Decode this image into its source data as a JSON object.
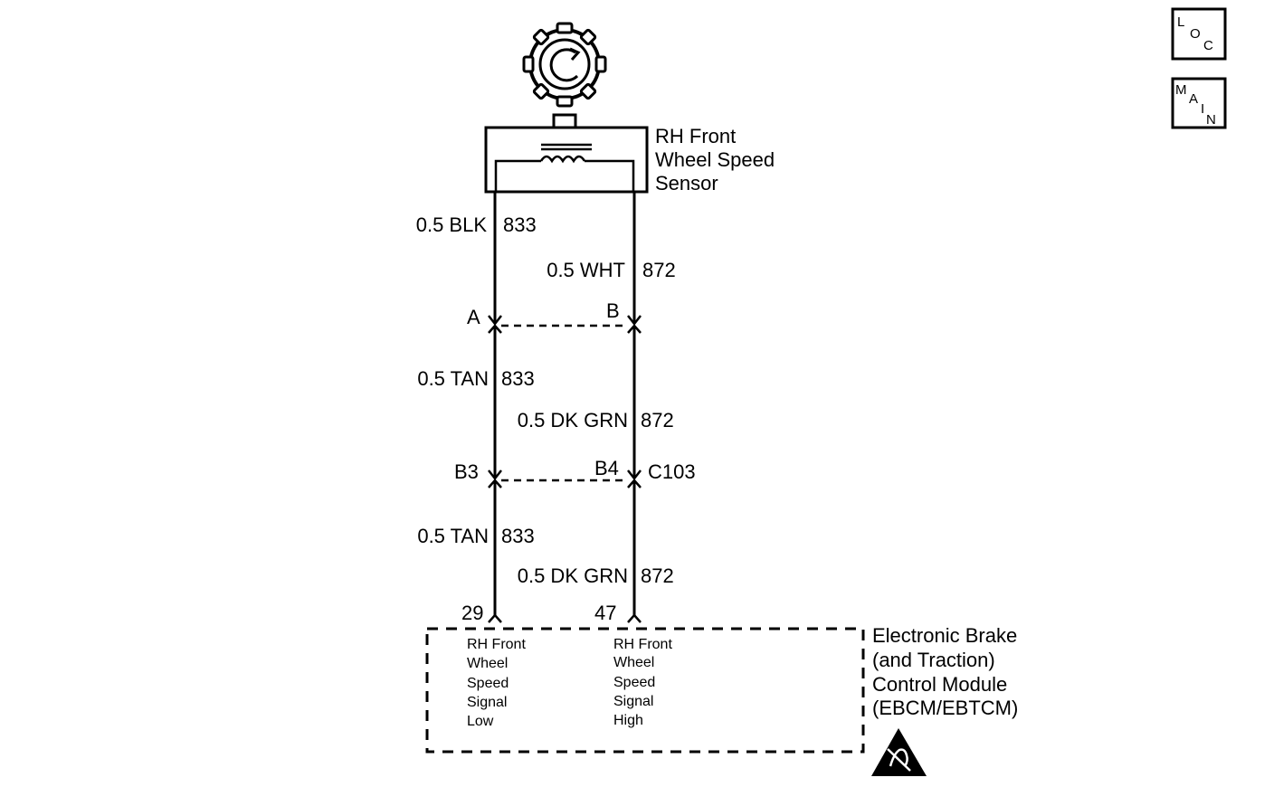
{
  "sensor": {
    "label_lines": [
      "RH Front",
      "Wheel Speed",
      "Sensor"
    ]
  },
  "wires": {
    "seg1_left": {
      "size_color": "0.5 BLK",
      "circuit": "833"
    },
    "seg1_right": {
      "size_color": "0.5 WHT",
      "circuit": "872"
    },
    "seg2_left": {
      "size_color": "0.5 TAN",
      "circuit": "833"
    },
    "seg2_right": {
      "size_color": "0.5 DK GRN",
      "circuit": "872"
    },
    "seg3_left": {
      "size_color": "0.5 TAN",
      "circuit": "833"
    },
    "seg3_right": {
      "size_color": "0.5 DK GRN",
      "circuit": "872"
    }
  },
  "connectors": {
    "c1": {
      "left_pin": "A",
      "right_pin": "B"
    },
    "c2": {
      "left_pin": "B3",
      "right_pin": "B4",
      "name": "C103"
    }
  },
  "module": {
    "left_pin_num": "29",
    "right_pin_num": "47",
    "label_lines": [
      "Electronic Brake",
      "(and Traction)",
      "Control Module",
      "(EBCM/EBTCM)"
    ],
    "left_pin_desc": [
      "RH Front",
      "Wheel",
      "Speed",
      "Signal",
      "Low"
    ],
    "right_pin_desc": [
      "RH Front",
      "Wheel",
      "Speed",
      "Signal",
      "High"
    ]
  },
  "nav": {
    "loc": {
      "l1": "L",
      "l2": "O",
      "l3": "C"
    },
    "main": {
      "l1": "M",
      "l2": "A",
      "l3": "I",
      "l4": "N"
    }
  }
}
